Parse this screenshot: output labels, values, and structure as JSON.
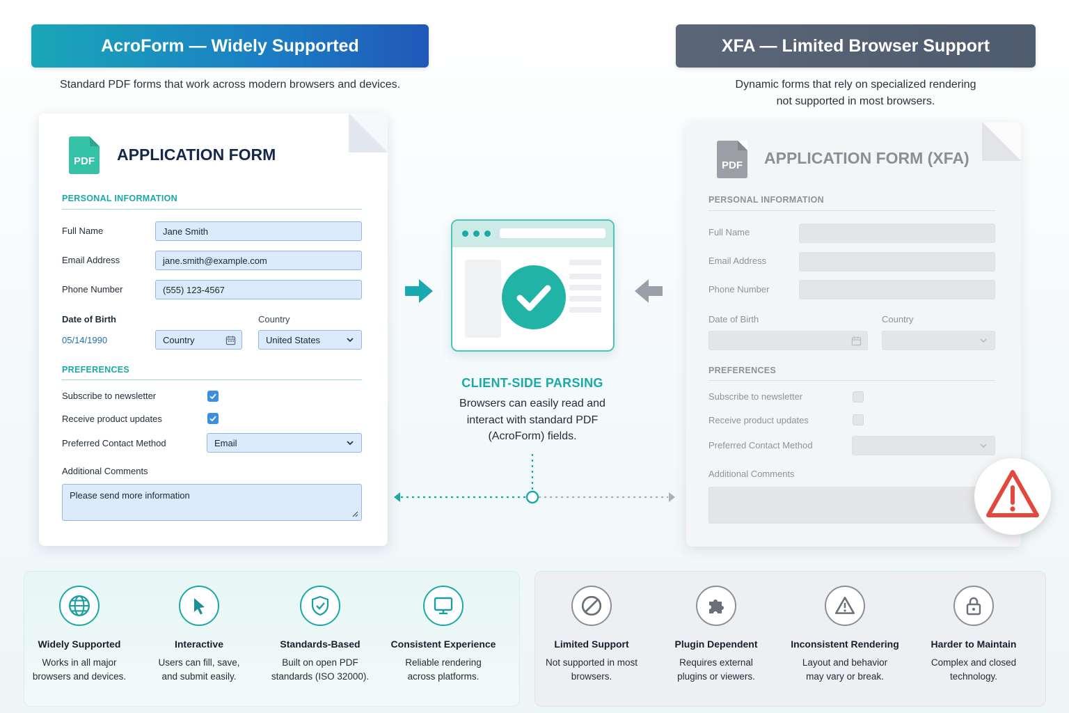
{
  "left": {
    "banner": "AcroForm — Widely Supported",
    "subtitle": "Standard PDF forms that work across modern browsers and devices.",
    "form": {
      "icon_label": "PDF",
      "title": "APPLICATION FORM",
      "section_personal": "PERSONAL INFORMATION",
      "full_name_label": "Full Name",
      "full_name_value": "Jane Smith",
      "email_label": "Email Address",
      "email_value": "jane.smith@example.com",
      "phone_label": "Phone Number",
      "phone_value": "(555) 123-4567",
      "dob_label": "Date of Birth",
      "dob_value": "05/14/1990",
      "date_field_value": "Country",
      "country_label": "Country",
      "country_value": "United States",
      "section_preferences": "PREFERENCES",
      "newsletter_label": "Subscribe to newsletter",
      "updates_label": "Receive product updates",
      "contact_label": "Preferred Contact Method",
      "contact_value": "Email",
      "comments_label": "Additional Comments",
      "comments_value": "Please send more information"
    },
    "features": [
      {
        "icon": "globe-icon",
        "title": "Widely Supported",
        "desc1": "Works in all major",
        "desc2": "browsers and devices."
      },
      {
        "icon": "cursor-icon",
        "title": "Interactive",
        "desc1": "Users can fill, save,",
        "desc2": "and submit easily."
      },
      {
        "icon": "shield-check-icon",
        "title": "Standards-Based",
        "desc1": "Built on open PDF",
        "desc2": "standards (ISO 32000)."
      },
      {
        "icon": "monitor-icon",
        "title": "Consistent Experience",
        "desc1": "Reliable rendering",
        "desc2": "across platforms."
      }
    ]
  },
  "right": {
    "banner": "XFA — Limited Browser Support",
    "subtitle1": "Dynamic forms that rely on specialized rendering",
    "subtitle2": "not supported in most browsers.",
    "form": {
      "icon_label": "PDF",
      "title": "APPLICATION FORM (XFA)",
      "section_personal": "PERSONAL INFORMATION",
      "full_name_label": "Full Name",
      "email_label": "Email Address",
      "phone_label": "Phone Number",
      "dob_label": "Date of Birth",
      "country_label": "Country",
      "section_preferences": "PREFERENCES",
      "newsletter_label": "Subscribe to newsletter",
      "updates_label": "Receive product updates",
      "contact_label": "Preferred Contact Method",
      "comments_label": "Additional Comments"
    },
    "features": [
      {
        "icon": "prohibited-icon",
        "title": "Limited Support",
        "desc1": "Not supported in most",
        "desc2": "browsers."
      },
      {
        "icon": "puzzle-icon",
        "title": "Plugin Dependent",
        "desc1": "Requires external",
        "desc2": "plugins or viewers."
      },
      {
        "icon": "warning-icon",
        "title": "Inconsistent Rendering",
        "desc1": "Layout and behavior",
        "desc2": "may vary or break."
      },
      {
        "icon": "lock-icon",
        "title": "Harder to Maintain",
        "desc1": "Complex and closed",
        "desc2": "technology."
      }
    ]
  },
  "center": {
    "title": "CLIENT-SIDE PARSING",
    "line1": "Browsers can easily read and",
    "line2": "interact with standard PDF",
    "line3": "(AcroForm) fields."
  },
  "colors": {
    "accent_teal": "#1aa9a8",
    "acro_blue": "#1b7dc4",
    "xfa_gray": "#545f72",
    "warning_red": "#e2483d"
  }
}
